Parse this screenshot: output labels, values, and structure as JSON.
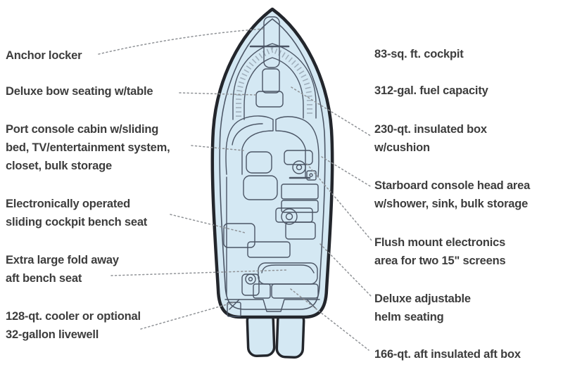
{
  "diagram": {
    "type": "boat-deck-plan-callout-diagram",
    "colors": {
      "background": "#ffffff",
      "hull_fill": "#d4e8f3",
      "hull_outline": "#23262c",
      "detail_line": "#4b5565",
      "hatch_color": "#76828f",
      "leader_color": "#8f9296",
      "text_color": "#3d3d3d"
    },
    "left_labels": [
      {
        "name": "anchor-locker",
        "lines": [
          "Anchor locker"
        ]
      },
      {
        "name": "deluxe-bow-seating",
        "lines": [
          "Deluxe bow seating w/table"
        ]
      },
      {
        "name": "port-console-cabin",
        "lines": [
          "Port console cabin w/sliding",
          "bed, TV/entertainment system,",
          "closet, bulk storage"
        ]
      },
      {
        "name": "sliding-cockpit-bench",
        "lines": [
          "Electronically operated",
          "sliding cockpit bench seat"
        ]
      },
      {
        "name": "fold-away-aft-bench",
        "lines": [
          "Extra large fold away",
          "aft bench seat"
        ]
      },
      {
        "name": "cooler-livewell",
        "lines": [
          "128-qt. cooler or optional",
          "32-gallon livewell"
        ]
      }
    ],
    "right_labels": [
      {
        "name": "cockpit-area",
        "lines": [
          "83-sq. ft. cockpit"
        ]
      },
      {
        "name": "fuel-capacity",
        "lines": [
          "312-gal. fuel capacity"
        ]
      },
      {
        "name": "insulated-box",
        "lines": [
          "230-qt. insulated box",
          "w/cushion"
        ]
      },
      {
        "name": "starboard-console-head",
        "lines": [
          "Starboard console head area",
          "w/shower, sink, bulk storage"
        ]
      },
      {
        "name": "flush-mount-electronics",
        "lines": [
          "Flush mount electronics",
          "area for two 15\" screens"
        ]
      },
      {
        "name": "helm-seating",
        "lines": [
          "Deluxe adjustable",
          "helm seating"
        ]
      },
      {
        "name": "aft-insulated-box",
        "lines": [
          "166-qt. aft insulated aft box"
        ]
      }
    ]
  }
}
